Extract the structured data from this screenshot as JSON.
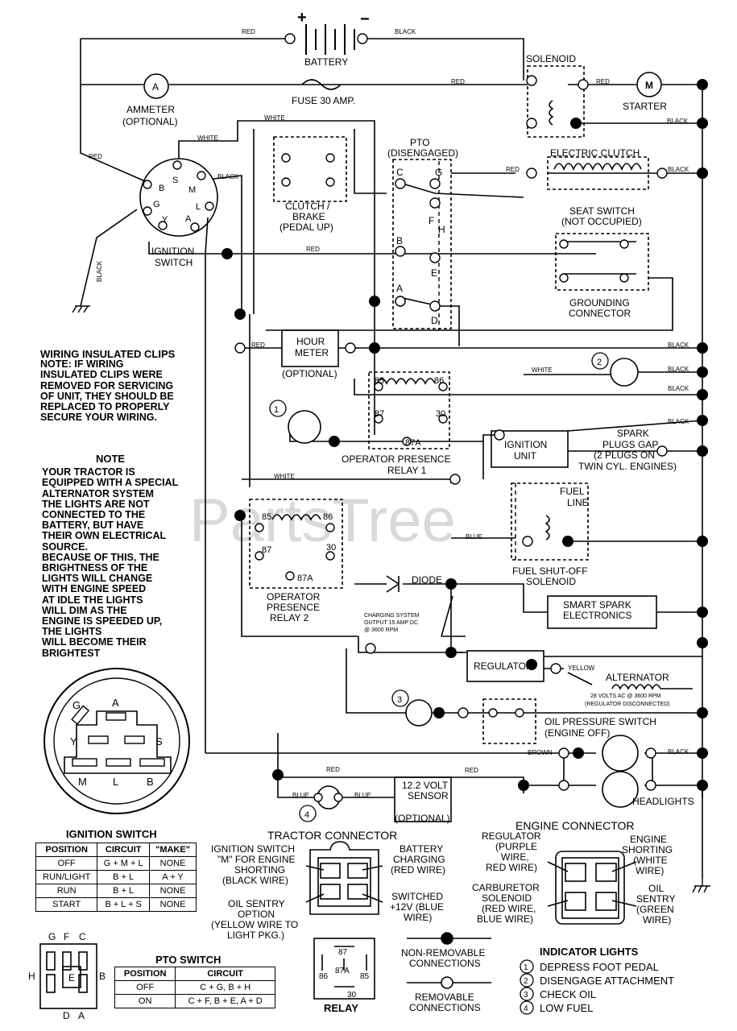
{
  "watermark": "PartsTree",
  "components": {
    "battery": "BATTERY",
    "battery_plus": "+",
    "battery_minus": "−",
    "solenoid": "SOLENOID",
    "starter": "STARTER",
    "starter_m": "M",
    "ammeter": "AMMETER",
    "ammeter_optional": "(OPTIONAL)",
    "ammeter_a": "A",
    "fuse": "FUSE 30 AMP.",
    "pto_line1": "PTO",
    "pto_line2": "(DISENGAGED)",
    "electric_clutch": "ELECTRIC CLUTCH",
    "seat_switch_line1": "SEAT SWITCH",
    "seat_switch_line2": "(NOT OCCUPIED)",
    "grounding_line1": "GROUNDING",
    "grounding_line2": "CONNECTOR",
    "clutch_line1": "CLUTCH /",
    "clutch_line2": "BRAKE",
    "clutch_line3": "(PEDAL UP)",
    "ign_switch_line1": "IGNITION",
    "ign_switch_line2": "SWITCH",
    "hour_meter_line1": "HOUR",
    "hour_meter_line2": "METER",
    "hour_meter_optional": "(OPTIONAL)",
    "relay1_line1": "OPERATOR PRESENCE",
    "relay1_line2": "RELAY 1",
    "ignition_unit_line1": "IGNITION",
    "ignition_unit_line2": "UNIT",
    "spark_line1": "SPARK",
    "spark_line2": "PLUGS GAP",
    "spark_line3": "(2 PLUGS ON",
    "spark_line4": "TWIN CYL. ENGINES)",
    "fuel_line1": "FUEL",
    "fuel_line2": "LINE",
    "fuel_solenoid_line1": "FUEL SHUT-OFF",
    "fuel_solenoid_line2": "SOLENOID",
    "relay2_line1": "OPERATOR",
    "relay2_line2": "PRESENCE",
    "relay2_line3": "RELAY 2",
    "diode": "DIODE",
    "smart_spark_line1": "SMART SPARK",
    "smart_spark_line2": "ELECTRONICS",
    "charging_line1": "CHARGING SYSTEM",
    "charging_line2": "OUTPUT 15 AMP DC",
    "charging_line3": "@ 3600 RPM",
    "regulator": "REGULATOR",
    "alternator": "ALTERNATOR",
    "alt_spec_line1": "28 VOLTS AC @ 3600 RPM",
    "alt_spec_line2": "(REGULATOR DISCONNECTED)",
    "oil_switch_line1": "OIL PRESSURE SWITCH",
    "oil_switch_line2": "(ENGINE OFF)",
    "sensor_line1": "12.2 VOLT",
    "sensor_line2": "SENSOR",
    "sensor_optional": "(OPTIONAL)",
    "headlights": "HEADLIGHTS",
    "relay_pins": [
      "85",
      "86",
      "87",
      "30",
      "87A"
    ],
    "pto_pins": [
      "C",
      "G",
      "F",
      "H",
      "B",
      "E",
      "A",
      "D"
    ],
    "ign_pins": [
      "S",
      "B",
      "M",
      "G",
      "L",
      "Y",
      "A"
    ],
    "indicator_nums": [
      "1",
      "2",
      "3",
      "4"
    ]
  },
  "wires": {
    "red": "RED",
    "black": "BLACK",
    "white": "WHITE",
    "blue": "BLUE",
    "yellow": "YELLOW",
    "brown": "BROWN"
  },
  "clips_note": {
    "title": "WIRING INSULATED CLIPS",
    "lines": [
      "NOTE: IF WIRING",
      "INSULATED CLIPS WERE",
      "REMOVED FOR SERVICING",
      "OF UNIT, THEY SHOULD BE",
      "REPLACED TO PROPERLY",
      "SECURE YOUR WIRING."
    ]
  },
  "alt_note": {
    "title": "NOTE",
    "lines": [
      "YOUR TRACTOR IS",
      "EQUIPPED WITH A SPECIAL",
      "ALTERNATOR SYSTEM",
      "THE LIGHTS ARE NOT",
      "CONNECTED TO THE",
      "BATTERY, BUT HAVE",
      "THEIR OWN ELECTRICAL",
      "SOURCE.",
      "BECAUSE OF THIS, THE",
      "BRIGHTNESS OF THE",
      "LIGHTS WILL CHANGE",
      "WITH ENGINE SPEED",
      " AT IDLE THE LIGHTS",
      "WILL DIM   AS THE",
      "ENGINE IS SPEEDED UP,",
      "THE LIGHTS",
      "WILL BECOME THEIR",
      "BRIGHTEST"
    ]
  },
  "ignition_face": {
    "labels": [
      "G",
      "A",
      "Y",
      "S",
      "M",
      "L",
      "B"
    ]
  },
  "ignition_table": {
    "title": "IGNITION SWITCH",
    "headers": [
      "POSITION",
      "CIRCUIT",
      "\"MAKE\""
    ],
    "rows": [
      [
        "OFF",
        "G + M + L",
        "NONE"
      ],
      [
        "RUN/LIGHT",
        "B + L",
        "A + Y"
      ],
      [
        "RUN",
        "B + L",
        "NONE"
      ],
      [
        "START",
        "B + L + S",
        "NONE"
      ]
    ]
  },
  "pto_table": {
    "title": "PTO SWITCH",
    "headers": [
      "POSITION",
      "CIRCUIT"
    ],
    "rows": [
      [
        "OFF",
        "C + G, B + H"
      ],
      [
        "ON",
        "C + F, B + E, A + D"
      ]
    ]
  },
  "pto_face": {
    "labels": [
      "G",
      "F",
      "C",
      "H",
      "E",
      "B",
      "D",
      "A"
    ]
  },
  "tractor_connector": {
    "title": "TRACTOR CONNECTOR",
    "ign_line1": "IGNITION SWITCH",
    "ign_line2": "\"M\" FOR ENGINE",
    "ign_line3": "SHORTING",
    "ign_line4": "(BLACK WIRE)",
    "batt_line1": "BATTERY",
    "batt_line2": "CHARGING",
    "batt_line3": "(RED WIRE)",
    "oil_line1": "OIL SENTRY",
    "oil_line2": "OPTION",
    "oil_line3": "(YELLOW WIRE TO",
    "oil_line4": "LIGHT PKG.)",
    "sw_line1": "SWITCHED",
    "sw_line2": "+12V (BLUE",
    "sw_line3": "WIRE)"
  },
  "relay_legend": {
    "label": "RELAY",
    "pins": [
      "87",
      "86",
      "87A",
      "85",
      "30"
    ]
  },
  "engine_connector": {
    "title": "ENGINE CONNECTOR",
    "reg_line1": "REGULATOR",
    "reg_line2": "(PURPLE",
    "reg_line3": "WIRE,",
    "reg_line4": "RED WIRE)",
    "short_line1": "ENGINE",
    "short_line2": "SHORTING",
    "short_line3": "(WHITE",
    "short_line4": "WIRE)",
    "carb_line1": "CARBURETOR",
    "carb_line2": "SOLENOID",
    "carb_line3": "(RED WIRE,",
    "carb_line4": "BLUE WIRE)",
    "sentry_line1": "OIL",
    "sentry_line2": "SENTRY",
    "sentry_line3": "(GREEN",
    "sentry_line4": "WIRE)"
  },
  "legend": {
    "non_removable_line1": "NON-REMOVABLE",
    "non_removable_line2": "CONNECTIONS",
    "removable_line1": "REMOVABLE",
    "removable_line2": "CONNECTIONS"
  },
  "indicator_lights": {
    "title": "INDICATOR LIGHTS",
    "items": [
      {
        "num": "1",
        "text": "DEPRESS FOOT PEDAL"
      },
      {
        "num": "2",
        "text": "DISENGAGE ATTACHMENT"
      },
      {
        "num": "3",
        "text": "CHECK OIL"
      },
      {
        "num": "4",
        "text": "LOW FUEL"
      }
    ]
  }
}
